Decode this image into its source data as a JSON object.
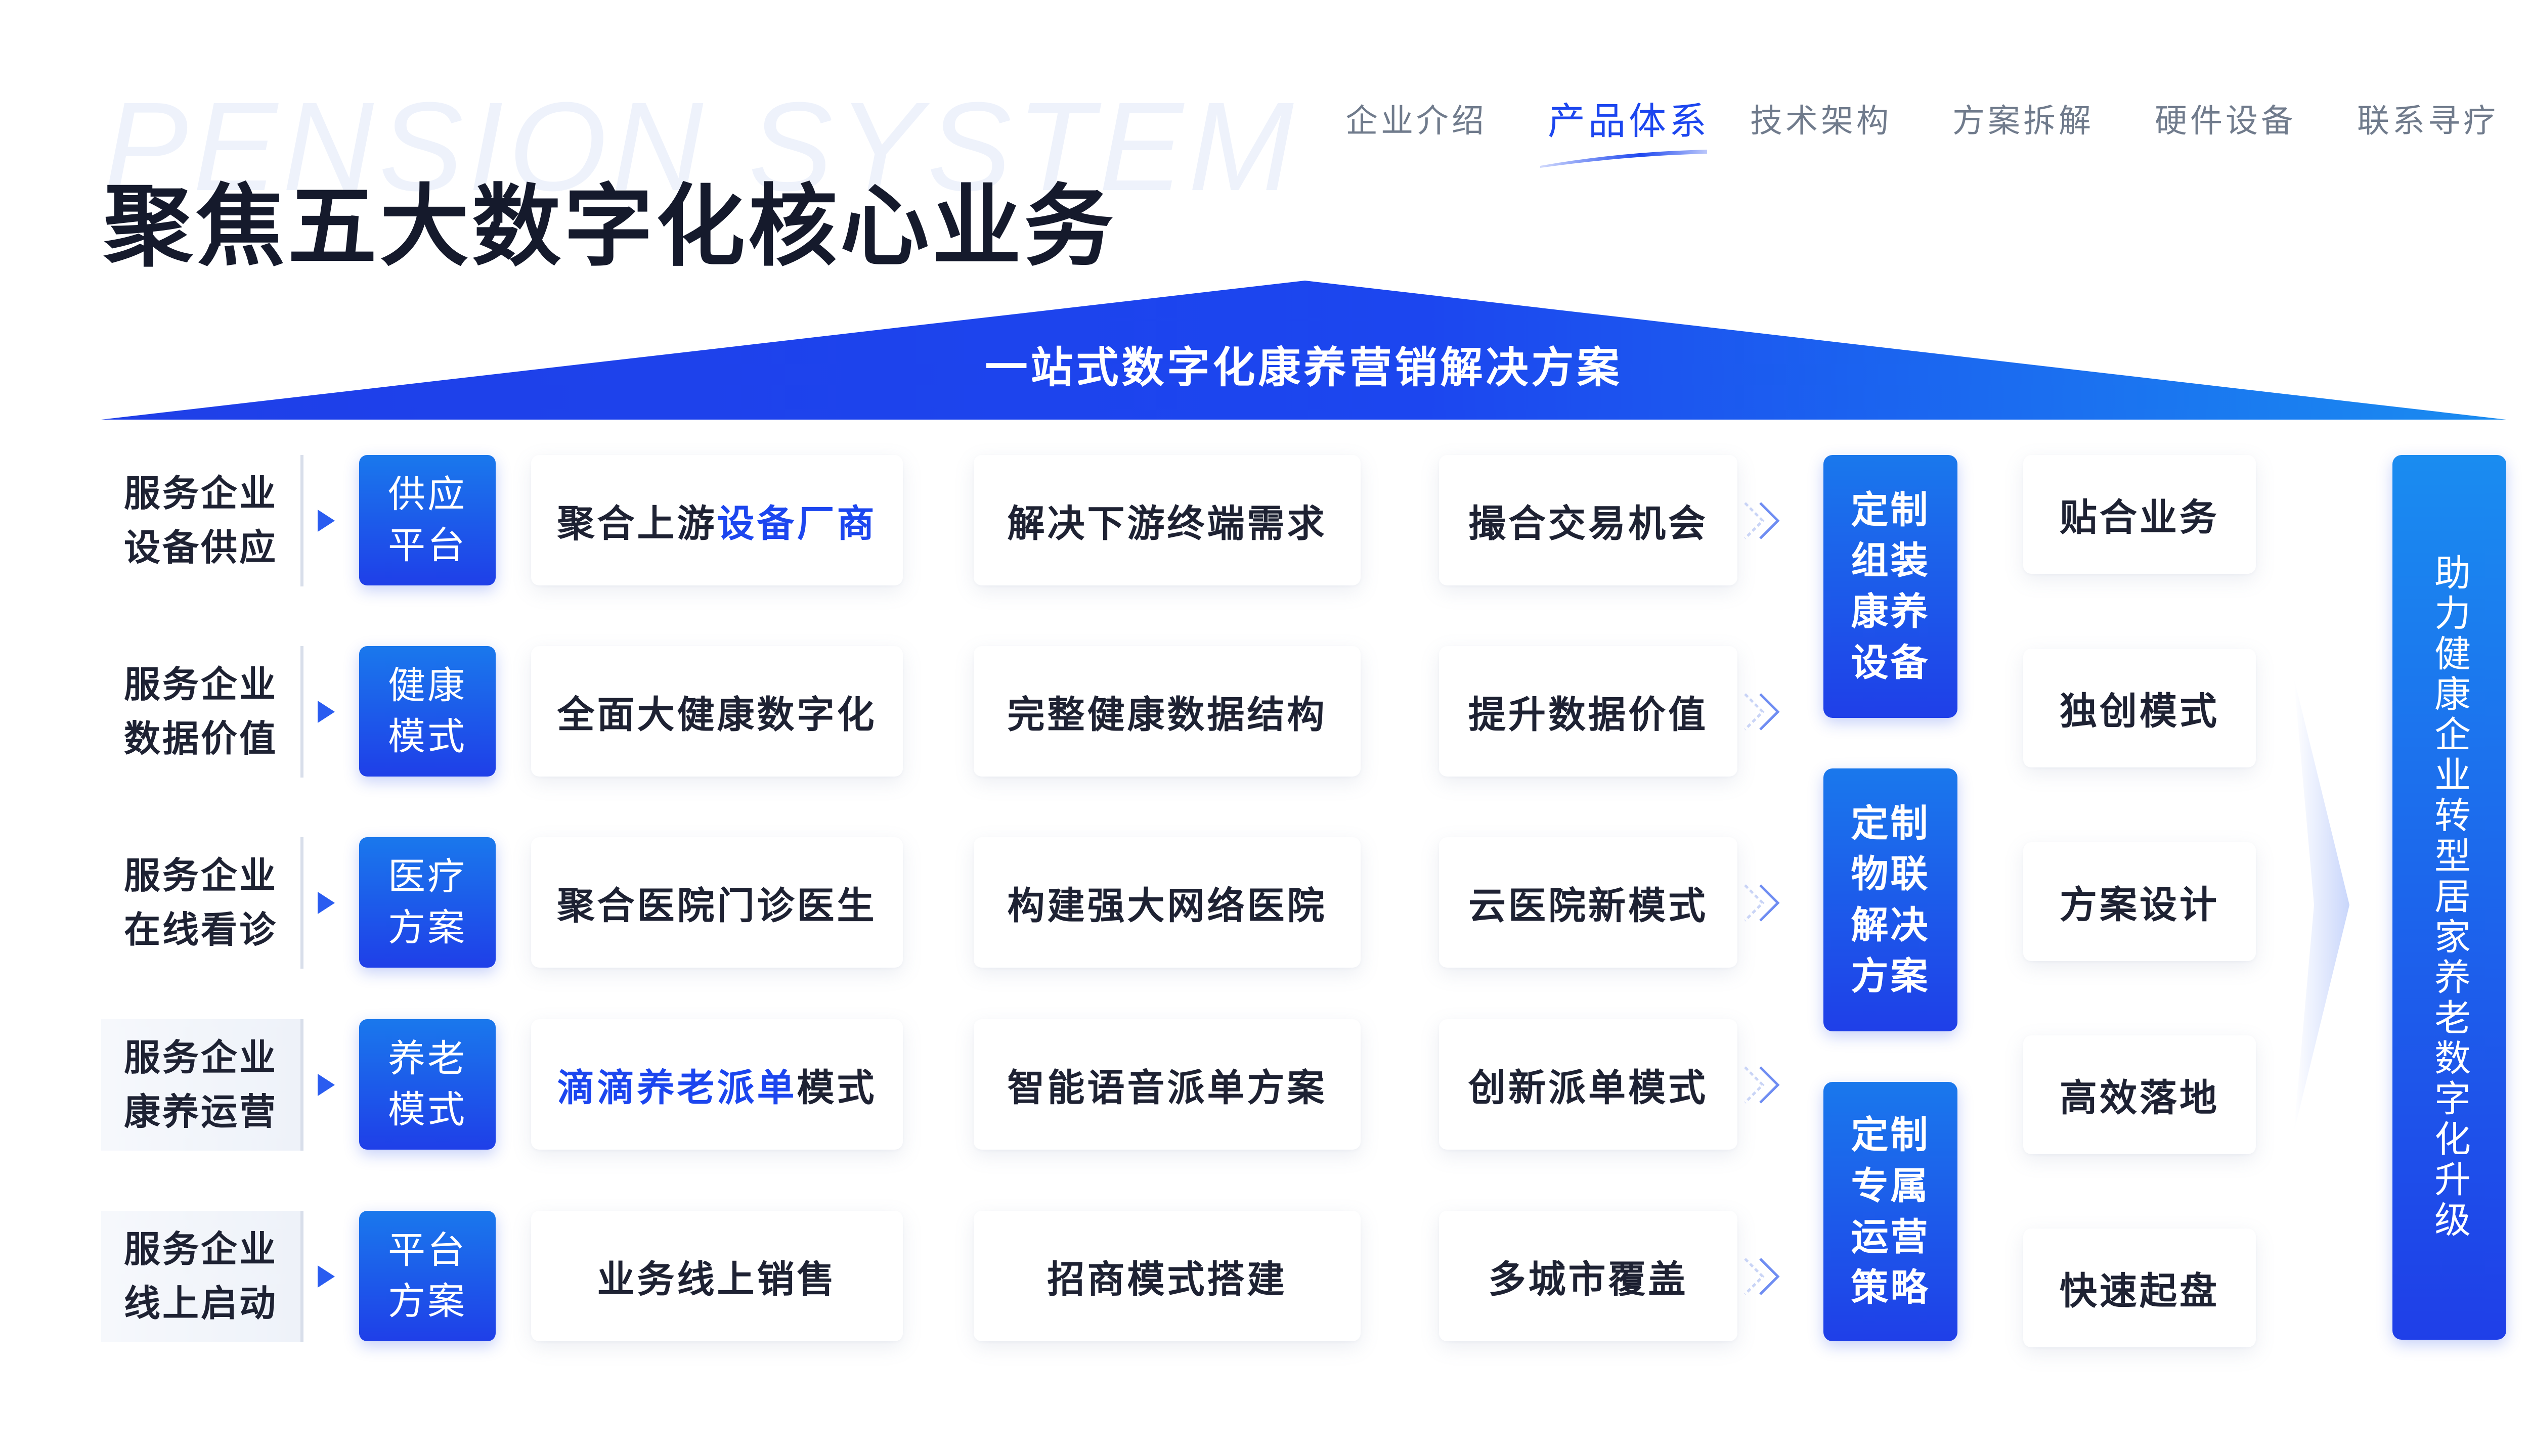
{
  "header": {
    "watermark": "PENSION SYSTEM",
    "title": "聚焦五大数字化核心业务",
    "nav": [
      {
        "label": "企业介绍"
      },
      {
        "label": "产品体系"
      },
      {
        "label": "技术架构"
      },
      {
        "label": "方案拆解"
      },
      {
        "label": "硬件设备"
      },
      {
        "label": "联系寻疗"
      }
    ]
  },
  "banner": {
    "text": "一站式数字化康养营销解决方案"
  },
  "rows": [
    {
      "label_line1": "服务企业",
      "label_line2": "设备供应",
      "cat_line1": "供应",
      "cat_line2": "平台",
      "col1_plain": "聚合上游",
      "col1_hl": "设备厂商",
      "col1_tail": "",
      "col2": "解决下游终端需求",
      "col3": "撮合交易机会"
    },
    {
      "label_line1": "服务企业",
      "label_line2": "数据价值",
      "cat_line1": "健康",
      "cat_line2": "模式",
      "col1_plain": "全面大健康数字化",
      "col1_hl": "",
      "col1_tail": "",
      "col2": "完整健康数据结构",
      "col3": "提升数据价值"
    },
    {
      "label_line1": "服务企业",
      "label_line2": "在线看诊",
      "cat_line1": "医疗",
      "cat_line2": "方案",
      "col1_plain": "聚合医院门诊医生",
      "col1_hl": "",
      "col1_tail": "",
      "col2": "构建强大网络医院",
      "col3": "云医院新模式"
    },
    {
      "label_line1": "服务企业",
      "label_line2": "康养运营",
      "cat_line1": "养老",
      "cat_line2": "模式",
      "col1_plain": "",
      "col1_hl": "滴滴养老派单",
      "col1_tail": "模式",
      "col2": "智能语音派单方案",
      "col3": "创新派单模式"
    },
    {
      "label_line1": "服务企业",
      "label_line2": "线上启动",
      "cat_line1": "平台",
      "cat_line2": "方案",
      "col1_plain": "业务线上销售",
      "col1_hl": "",
      "col1_tail": "",
      "col2": "招商模式搭建",
      "col3": "多城市覆盖"
    }
  ],
  "custom": [
    {
      "lines": [
        "定制",
        "组装",
        "康养",
        "设备"
      ]
    },
    {
      "lines": [
        "定制",
        "物联",
        "解决",
        "方案"
      ]
    },
    {
      "lines": [
        "定制",
        "专属",
        "运营",
        "策略"
      ]
    }
  ],
  "benefits": [
    "贴合业务",
    "独创模式",
    "方案设计",
    "高效落地",
    "快速起盘"
  ],
  "upgrade": {
    "text": "助力健康企业转型居家养老数字化升级"
  },
  "colors": {
    "accent": "#1c46ef",
    "gradient_start": "#1a78ec",
    "text_dark": "#1e2233",
    "nav_gray": "#707b8c"
  }
}
